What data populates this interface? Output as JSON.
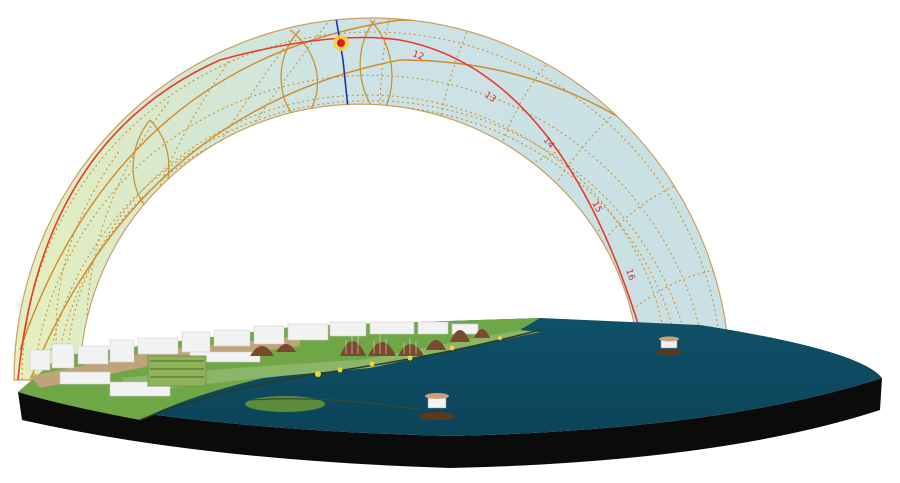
{
  "scene": {
    "title": "",
    "colors": {
      "dome_fill": "#cfe3e6",
      "dome_yellow_tint": "#e7efc0",
      "dome_edge": "#c8a46a",
      "grid_line": "#c99336",
      "sun_path_today": "#e83a2d",
      "meridian": "#2233aa",
      "sun_marker": "#f2c21a",
      "sun_marker_center": "#e31b1b",
      "water": "#0e4b63",
      "platform_side": "#0b0b0b",
      "land_green": "#6fa646",
      "land_tan": "#bfa47a",
      "building_white": "#f2f2f2",
      "building_brown": "#7a4a2c"
    },
    "dome": {
      "hour_labels": [
        "12",
        "13",
        "14",
        "15",
        "16"
      ]
    },
    "sun": {
      "marker_icon": "sun-icon"
    },
    "platforms": [
      {
        "name": "small-island-front",
        "icon": "island-icon"
      },
      {
        "name": "small-island-right",
        "icon": "island-icon"
      }
    ]
  }
}
